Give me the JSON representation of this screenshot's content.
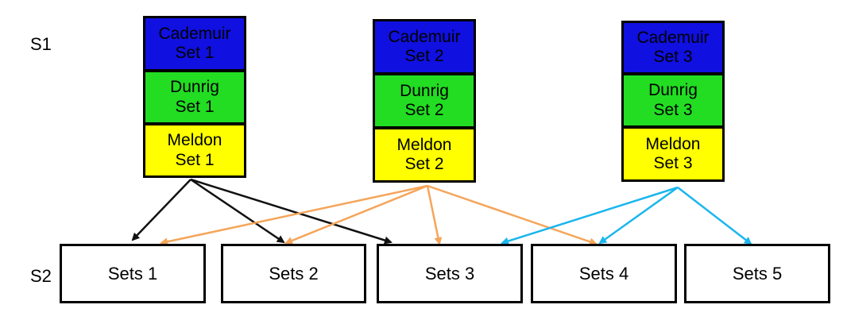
{
  "row_labels": {
    "s1": "S1",
    "s2": "S2"
  },
  "colors": {
    "cademuir": "#1010e0",
    "dunrig": "#22dd22",
    "meldon": "#ffff00",
    "group1_arrows": "#111111",
    "group2_arrows": "#f5a55a",
    "group3_arrows": "#1ab6ee"
  },
  "groups": [
    {
      "cademuir": {
        "name": "Cademuir",
        "set": "Set 1"
      },
      "dunrig": {
        "name": "Dunrig",
        "set": "Set 1"
      },
      "meldon": {
        "name": "Meldon",
        "set": "Set 1"
      }
    },
    {
      "cademuir": {
        "name": "Cademuir",
        "set": "Set 2"
      },
      "dunrig": {
        "name": "Dunrig",
        "set": "Set 2"
      },
      "meldon": {
        "name": "Meldon",
        "set": "Set 2"
      }
    },
    {
      "cademuir": {
        "name": "Cademuir",
        "set": "Set 3"
      },
      "dunrig": {
        "name": "Dunrig",
        "set": "Set 3"
      },
      "meldon": {
        "name": "Meldon",
        "set": "Set 3"
      }
    }
  ],
  "s2_sets": [
    "Sets 1",
    "Sets 2",
    "Sets 3",
    "Sets 4",
    "Sets 5"
  ],
  "connections": [
    {
      "from_group": 1,
      "to": [
        "Sets 1",
        "Sets 2",
        "Sets 3"
      ]
    },
    {
      "from_group": 2,
      "to": [
        "Sets 1",
        "Sets 2",
        "Sets 3",
        "Sets 4"
      ]
    },
    {
      "from_group": 3,
      "to": [
        "Sets 3",
        "Sets 4",
        "Sets 5"
      ]
    }
  ]
}
